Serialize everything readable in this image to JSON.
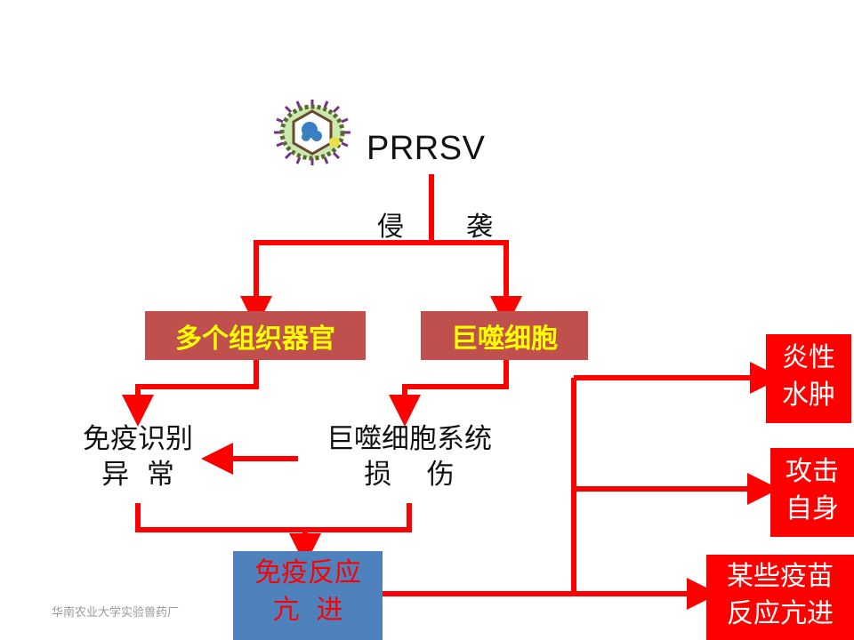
{
  "title": "PRRSV",
  "invade": {
    "left": "侵",
    "right": "袭"
  },
  "boxes": {
    "organs": "多个组织器官",
    "macrophage": "巨噬细胞"
  },
  "immune_recognition": {
    "line1": "免疫识别",
    "line2": "异  常"
  },
  "macrophage_damage": {
    "line1": "巨噬细胞系统",
    "line2": "损    伤"
  },
  "immune_response": {
    "line1": "免疫反应",
    "line2": "亢  进"
  },
  "effects": [
    {
      "line1": "炎性",
      "line2": "水肿"
    },
    {
      "line1": "攻击",
      "line2": "自身"
    },
    {
      "line1": "某些疫苗",
      "line2": "反应亢进"
    }
  ],
  "footer": "华南农业大学实验兽药厂",
  "colors": {
    "arrow": "#ff0000",
    "brown_box": "#c0504d",
    "brown_box_text": "#ffff00",
    "blue_box": "#4f81bd",
    "red_box": "#ff0000",
    "virus_ring": "#556b2f",
    "virus_core": "#3a7fc1",
    "virus_spike": "#7b2d8e"
  },
  "icons": {
    "virus": "virus-icon"
  }
}
